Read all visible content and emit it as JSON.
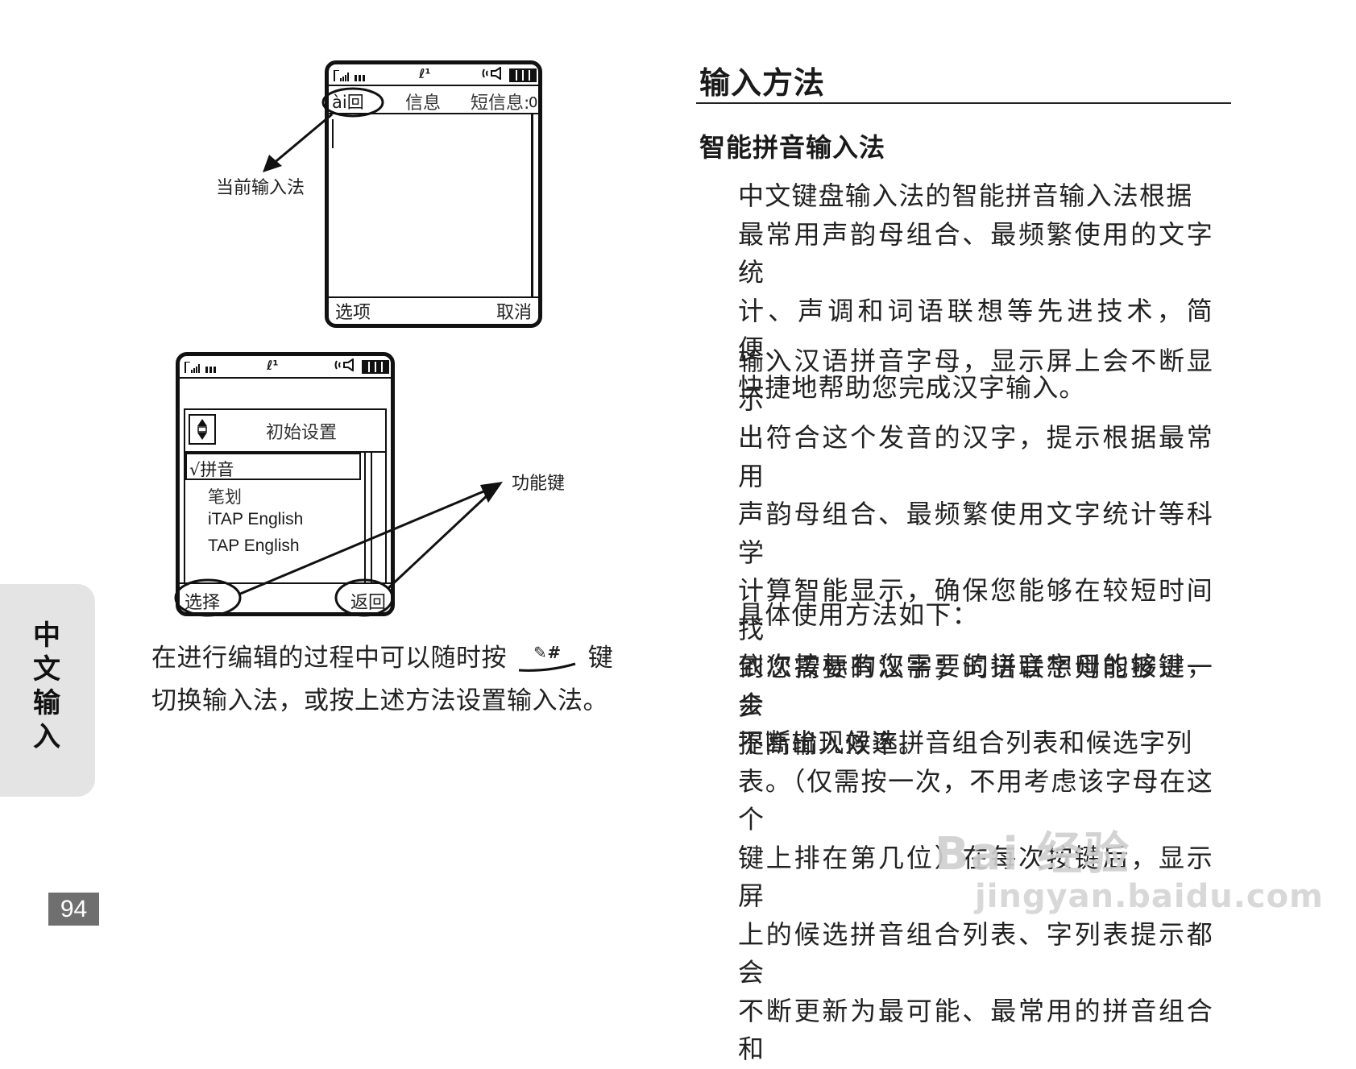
{
  "phone1": {
    "status_center": "ℓ¹",
    "tab_input": "ài回",
    "tab_info": "信息",
    "tab_sms": "短信息:",
    "tab_sms_count": "0",
    "soft_left": "选项",
    "soft_right": "取消"
  },
  "callout_current_ime": "当前输入法",
  "phone2": {
    "status_center": "ℓ¹",
    "menu_title": "初始设置",
    "items": [
      "√拼音",
      "笔划",
      "iTAP English",
      "TAP English"
    ],
    "soft_left": "选择",
    "soft_right": "返回"
  },
  "callout_function_key": "功能键",
  "caption": {
    "line1_before": "在进行编辑的过程中可以随时按",
    "key_glyph": "✎#",
    "line1_after": "键",
    "line2": "切换输入法，或按上述方法设置输入法。"
  },
  "side_tab": [
    "中",
    "文",
    "输",
    "入"
  ],
  "page_number": "94",
  "right": {
    "heading": "输入方法",
    "subheading": "智能拼音输入法",
    "paragraphs": [
      [
        "中文键盘输入法的智能拼音输入法根据",
        "最常用声韵母组合、最频繁使用的文字统",
        "计、声调和词语联想等先进技术，简便、",
        "快捷地帮助您完成汉字输入。"
      ],
      [
        "输入汉语拼音字母，显示屏上会不断显示",
        "出符合这个发音的汉字，提示根据最常用",
        "声韵母组合、最频繁使用文字统计等科学",
        "计算智能显示，确保您能够在较短时间找",
        "到您需要的汉字；词语联想则能够进一步",
        "提高输入效率。"
      ],
      [
        "具体使用方法如下："
      ],
      [
        "依次按标有您需要的拼音字母的按键，会",
        "不断出现候选拼音组合列表和候选字列",
        "表。（仅需按一次，不用考虑该字母在这个",
        "键上排在第几位）在每次按键后，显示屏",
        "上的候选拼音组合列表、字列表提示都会",
        "不断更新为最可能、最常用的拼音组合和"
      ]
    ]
  },
  "watermark": {
    "line1": "Bai 经验",
    "line2": "jingyan.baidu.com"
  }
}
